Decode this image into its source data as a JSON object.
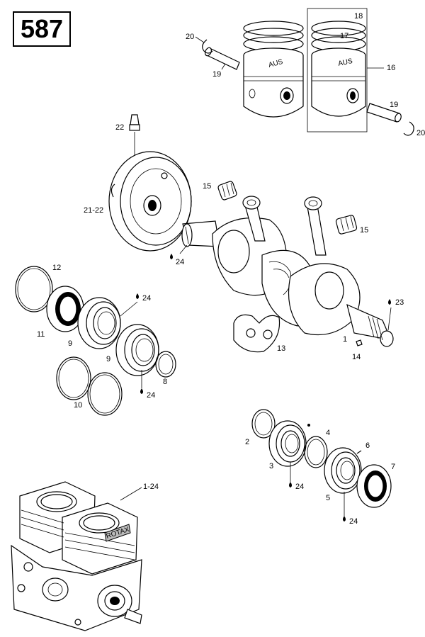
{
  "diagram_number": "587",
  "callouts": {
    "c1": "1",
    "c1_24": "1-24",
    "c2": "2",
    "c3": "3",
    "c4": "4",
    "c5": "5",
    "c6": "6",
    "c7": "7",
    "c8": "8",
    "c9a": "9",
    "c9b": "9",
    "c10": "10",
    "c11": "11",
    "c12": "12",
    "c13": "13",
    "c14": "14",
    "c15a": "15",
    "c15b": "15",
    "c16": "16",
    "c17": "17",
    "c18": "18",
    "c19a": "19",
    "c19b": "19",
    "c20a": "20",
    "c20b": "20",
    "c21_22": "21-22",
    "c22": "22",
    "c23": "23",
    "c24a": "24",
    "c24b": "24",
    "c24c": "24",
    "c24d": "24",
    "c24e": "24"
  },
  "engine_label": "ROTAX",
  "piston_mark": "AUS"
}
